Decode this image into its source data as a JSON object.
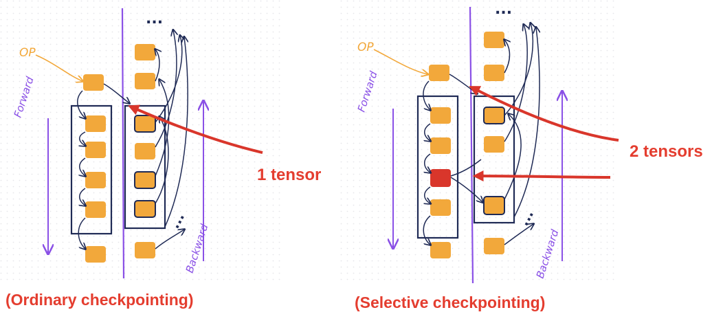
{
  "colors": {
    "op_box": "#f2a83b",
    "saved_box": "#d9362b",
    "arrow_red": "#d9362b",
    "purple": "#8a50e6",
    "ink": "#1f2a55",
    "caption": "#e43d2f",
    "dots": "#e6e6ea"
  },
  "left_panel": {
    "op_label": "OP",
    "forward_label": "Forward",
    "backward_label": "Backward",
    "ellipsis_top": "...",
    "ellipsis_side": "...",
    "annotation": "1 tensor",
    "caption": "(Ordinary checkpointing)"
  },
  "right_panel": {
    "op_label": "OP",
    "forward_label": "Forward",
    "backward_label": "Backward",
    "ellipsis_top": "...",
    "ellipsis_side": "...",
    "annotation": "2 tensors",
    "caption": "(Selective checkpointing)"
  }
}
